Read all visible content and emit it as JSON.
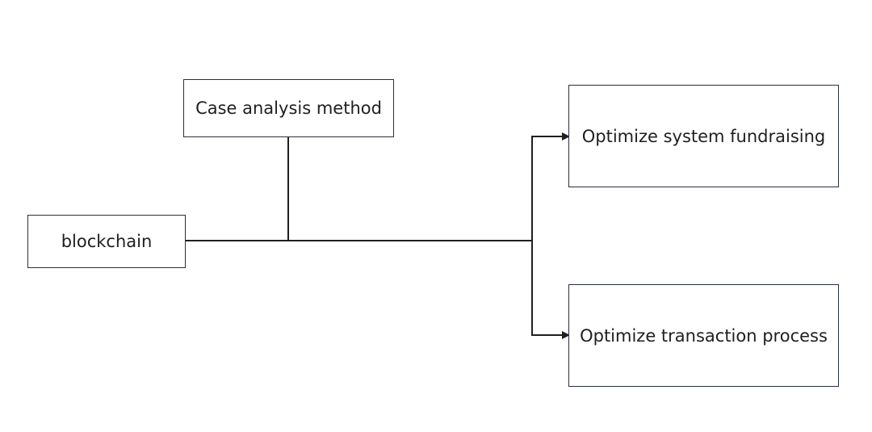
{
  "diagram": {
    "nodes": {
      "blockchain": "blockchain",
      "case_analysis": "Case analysis method",
      "fundraising": "Optimize system fundraising",
      "transaction": "Optimize transaction process"
    },
    "edges": [
      {
        "from": "blockchain",
        "to": "fundraising",
        "arrow": true
      },
      {
        "from": "blockchain",
        "to": "transaction",
        "arrow": true
      },
      {
        "from": "case_analysis",
        "to": "blockchain-line",
        "arrow": false
      }
    ],
    "colors": {
      "line": "#1f1f1f",
      "border": "#2b3040",
      "text": "#1f1f1f"
    }
  }
}
